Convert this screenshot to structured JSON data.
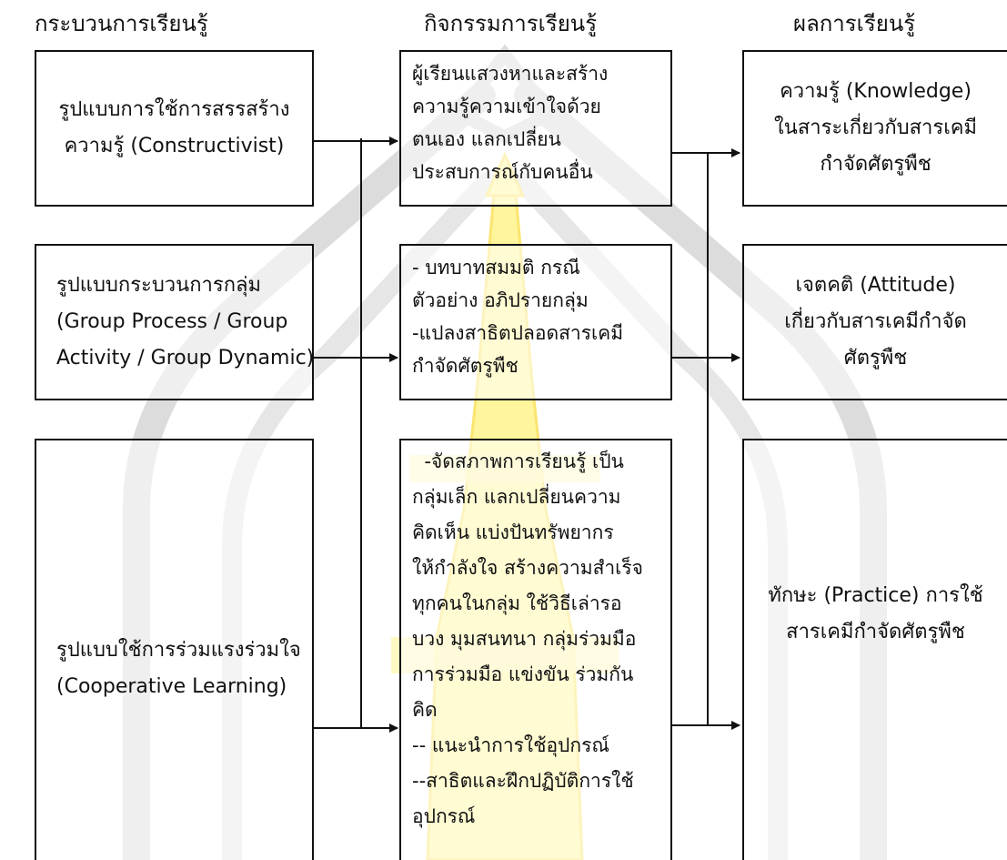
{
  "headers": {
    "process": "กระบวนการเรียนรู้",
    "activity": "กิจกรรมการเรียนรู้",
    "outcome": "ผลการเรียนรู้"
  },
  "rows": [
    {
      "process": [
        "รูปแบบการใช้การสรรสร้าง",
        "ความรู้ (Constructivist)"
      ],
      "activity": [
        "ผู้เรียนแสวงหาและสร้าง",
        "ความรู้ความเข้าใจด้วย",
        "ตนเอง แลกเปลี่ยน",
        "ประสบการณ์กับคนอื่น"
      ],
      "outcome": [
        "ความรู้ (Knowledge)",
        "ในสาระเกี่ยวกับสารเคมี",
        "กำจัดศัตรูพืช"
      ]
    },
    {
      "process": [
        "รูปแบบกระบวนการกลุ่ม",
        "(Group Process / Group",
        "Activity / Group Dynamic)"
      ],
      "activity": [
        "- บทบาทสมมติ กรณี",
        "ตัวอย่าง อภิปรายกลุ่ม",
        "-แปลงสาธิตปลอดสารเคมี",
        "กำจัดศัตรูพืช"
      ],
      "outcome": [
        "เจตคติ (Attitude)",
        "เกี่ยวกับสารเคมีกำจัด",
        "ศัตรูพืช"
      ]
    },
    {
      "process": [
        "รูปแบบใช้การร่วมแรงร่วมใจ",
        "(Cooperative Learning)"
      ],
      "activity": [
        "  -จัดสภาพการเรียนรู้ เป็น",
        "กลุ่มเล็ก แลกเปลี่ยนความ",
        "คิดเห็น แบ่งปันทรัพยากร",
        "ให้กำลังใจ สร้างความสำเร็จ",
        "ทุกคนในกลุ่ม ใช้วิธีเล่ารอ",
        "บวง มุมสนทนา กลุ่มร่วมมือ",
        "การร่วมมือ แข่งขัน ร่วมกัน",
        "คิด",
        "-- แนะนำการใช้อุปกรณ์",
        "--สาธิตและฝึกปฏิบัติการใช้",
        "อุปกรณ์"
      ],
      "outcome": [
        "ทักษะ (Practice) การใช้",
        "สารเคมีกำจัดศัตรูพืช"
      ]
    }
  ],
  "colors": {
    "line": "#111111",
    "watermark_gray": "#d9d9d9",
    "watermark_yellow": "#fff59d"
  }
}
